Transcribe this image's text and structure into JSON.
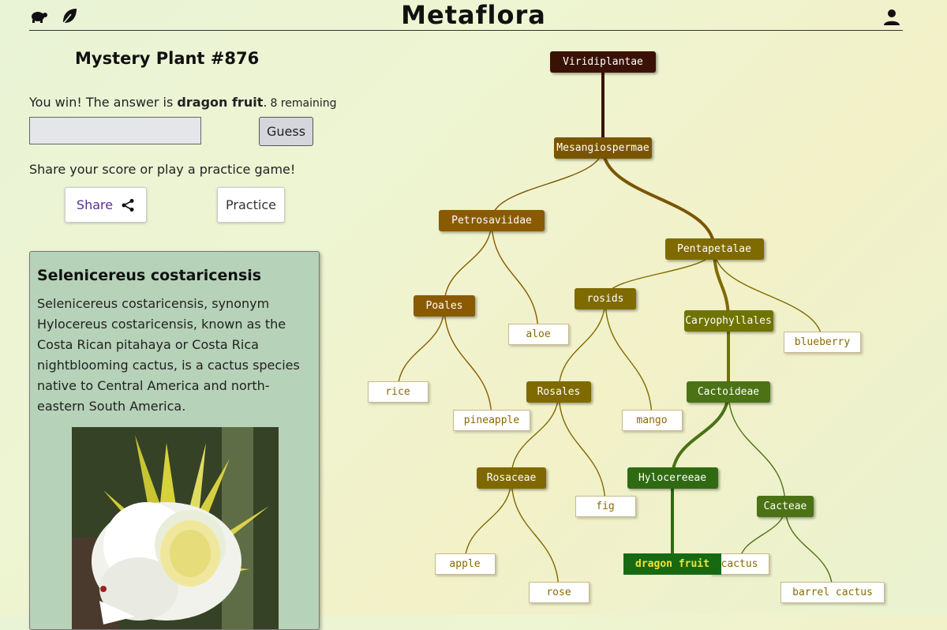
{
  "header": {
    "logo": "Metaflora",
    "left_icons": [
      "turtle-icon",
      "leaf-icon"
    ],
    "right_icon": "user-icon"
  },
  "game": {
    "title": "Mystery Plant #876",
    "win_prefix": "You win! The answer is ",
    "answer": "dragon fruit",
    "win_suffix": ".",
    "remaining": "8 remaining",
    "guess_placeholder": "",
    "guess_label": "Guess",
    "share_prompt": "Share your score or play a practice game!",
    "share_label": "Share",
    "practice_label": "Practice"
  },
  "info_card": {
    "title": "Selenicereus costaricensis",
    "description": "Selenicereus costaricensis, synonym Hylocereus costaricensis, known as the Costa Rican pitahaya or Costa Rica nightblooming cactus, is a cactus species native to Central America and north-eastern South America."
  },
  "tree": {
    "clades": [
      {
        "id": "viridiplantae",
        "label": "Viridiplantae",
        "color": "#3a1205"
      },
      {
        "id": "mesangiospermae",
        "label": "Mesangiospermae",
        "color": "#7a5500"
      },
      {
        "id": "petrosaviidae",
        "label": "Petrosaviidae",
        "color": "#8a5a00"
      },
      {
        "id": "pentapetalae",
        "label": "Pentapetalae",
        "color": "#7f6a00"
      },
      {
        "id": "poales",
        "label": "Poales",
        "color": "#8a5a00"
      },
      {
        "id": "rosids",
        "label": "rosids",
        "color": "#7f6a00"
      },
      {
        "id": "caryophyllales",
        "label": "Caryophyllales",
        "color": "#6f7300"
      },
      {
        "id": "rosales",
        "label": "Rosales",
        "color": "#7f6a00"
      },
      {
        "id": "cactoideae",
        "label": "Cactoideae",
        "color": "#4b7214"
      },
      {
        "id": "rosaceae",
        "label": "Rosaceae",
        "color": "#806800"
      },
      {
        "id": "hylocereeae",
        "label": "Hylocereeae",
        "color": "#2f6a12"
      },
      {
        "id": "cacteae",
        "label": "Cacteae",
        "color": "#4b7214"
      }
    ],
    "leaves": [
      {
        "id": "aloe",
        "label": "aloe"
      },
      {
        "id": "blueberry",
        "label": "blueberry"
      },
      {
        "id": "rice",
        "label": "rice"
      },
      {
        "id": "pineapple",
        "label": "pineapple"
      },
      {
        "id": "mango",
        "label": "mango"
      },
      {
        "id": "fig",
        "label": "fig"
      },
      {
        "id": "apple",
        "label": "apple"
      },
      {
        "id": "rose",
        "label": "rose"
      },
      {
        "id": "cactus",
        "label": "cactus"
      },
      {
        "id": "barrel_cactus",
        "label": "barrel cactus"
      },
      {
        "id": "dragon_fruit",
        "label": "dragon fruit",
        "is_answer": true
      }
    ],
    "edges": [
      [
        "viridiplantae",
        "mesangiospermae"
      ],
      [
        "mesangiospermae",
        "petrosaviidae"
      ],
      [
        "mesangiospermae",
        "pentapetalae"
      ],
      [
        "petrosaviidae",
        "poales"
      ],
      [
        "petrosaviidae",
        "aloe"
      ],
      [
        "poales",
        "rice"
      ],
      [
        "poales",
        "pineapple"
      ],
      [
        "pentapetalae",
        "rosids"
      ],
      [
        "pentapetalae",
        "caryophyllales"
      ],
      [
        "pentapetalae",
        "blueberry"
      ],
      [
        "rosids",
        "rosales"
      ],
      [
        "rosids",
        "mango"
      ],
      [
        "rosales",
        "rosaceae"
      ],
      [
        "rosales",
        "fig"
      ],
      [
        "rosaceae",
        "apple"
      ],
      [
        "rosaceae",
        "rose"
      ],
      [
        "caryophyllales",
        "cactoideae"
      ],
      [
        "cactoideae",
        "hylocereeae"
      ],
      [
        "cactoideae",
        "cacteae"
      ],
      [
        "hylocereeae",
        "dragon_fruit"
      ],
      [
        "cacteae",
        "cactus"
      ],
      [
        "cacteae",
        "barrel_cactus"
      ]
    ],
    "answer_path": [
      "viridiplantae",
      "mesangiospermae",
      "pentapetalae",
      "caryophyllales",
      "cactoideae",
      "hylocereeae",
      "dragon_fruit"
    ],
    "colors": {
      "leaf_text": "#8a6a00",
      "answer_bg": "#176a12",
      "answer_text": "#f3e33a"
    }
  }
}
